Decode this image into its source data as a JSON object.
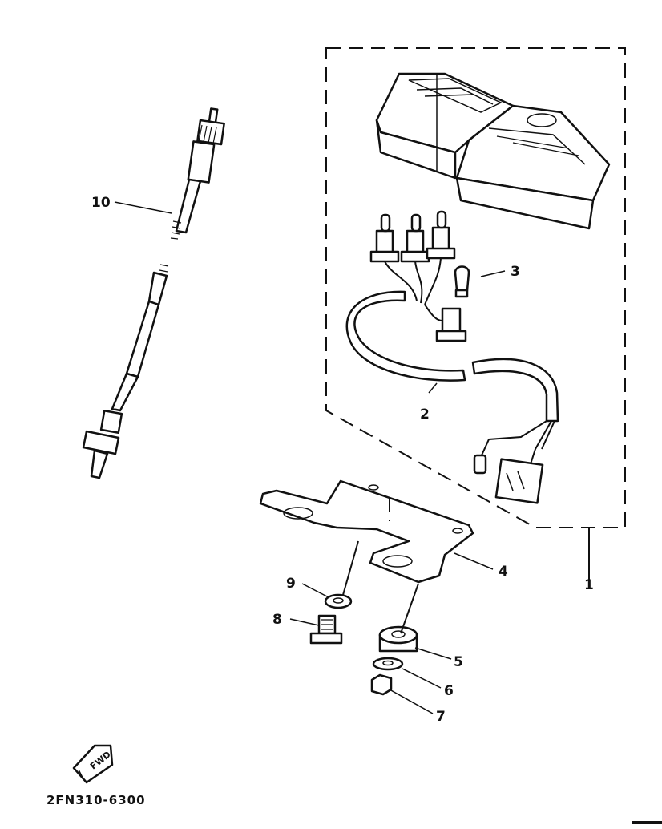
{
  "callouts": {
    "c1": "1",
    "c2": "2",
    "c3": "3",
    "c4": "4",
    "c5": "5",
    "c6": "6",
    "c7": "7",
    "c8": "8",
    "c9": "9",
    "c10": "10"
  },
  "diagram_code": "2FN310-6300",
  "fwd_badge": "FWD"
}
